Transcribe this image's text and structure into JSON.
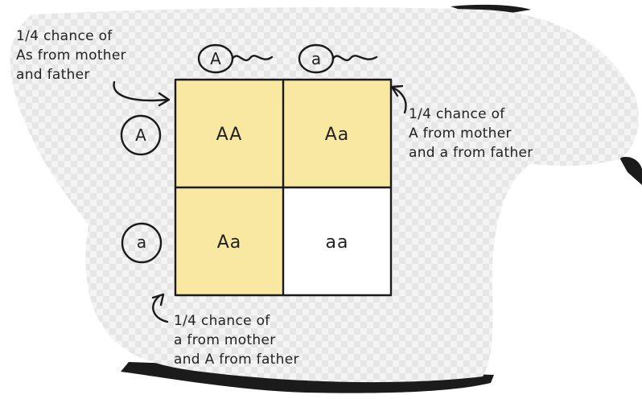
{
  "colors": {
    "dominant_fill": "#f8e8a1",
    "recessive_fill": "#ffffff",
    "ink": "#1a1a1a",
    "checker_light": "#f2f2f2",
    "checker_dark": "#e3e3e3",
    "shadow": "#1b1b1b"
  },
  "top_alleles": [
    "A",
    "a"
  ],
  "side_alleles": [
    "A",
    "a"
  ],
  "cells": [
    {
      "label": "AA",
      "shade": "dominant"
    },
    {
      "label": "Aa",
      "shade": "dominant"
    },
    {
      "label": "Aa",
      "shade": "dominant"
    },
    {
      "label": "aa",
      "shade": "recessive"
    }
  ],
  "annotations": {
    "top_left": [
      "1/4 chance of",
      "As from mother",
      "and father"
    ],
    "right": [
      "1/4 chance of",
      "A from mother",
      "and a from father"
    ],
    "bottom": [
      "1/4 chance of",
      "a from mother",
      "and A from father"
    ]
  }
}
